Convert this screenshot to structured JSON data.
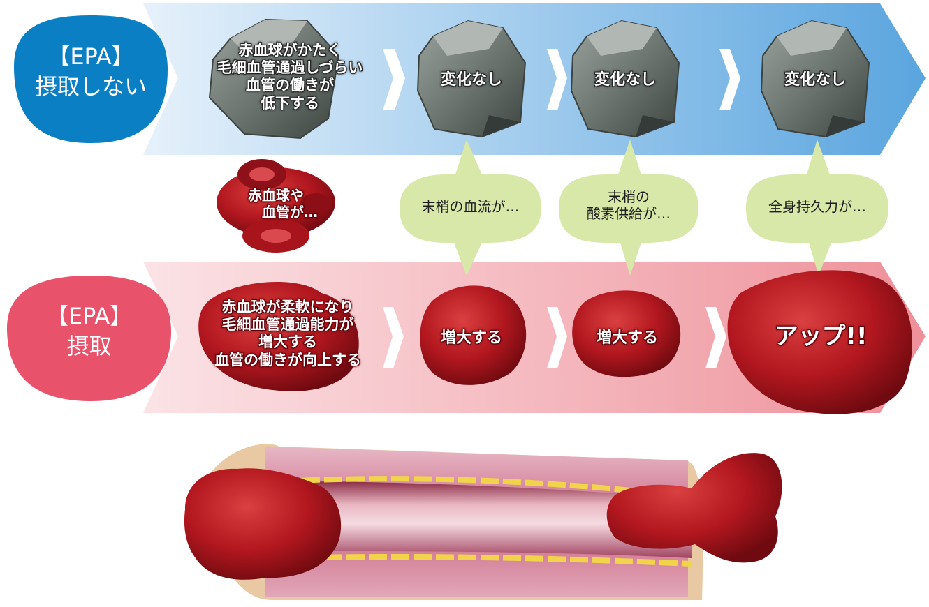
{
  "no_epa": {
    "badge_line1": "【EPA】",
    "badge_line2": "摂取しない",
    "intro_lines": [
      "赤血球がかたく",
      "毛細血管通過しづらい",
      "血管の働きが",
      "低下する"
    ],
    "stage_labels": [
      "変化なし",
      "変化なし",
      "変化なし"
    ],
    "color_badge": "#0a7fc4"
  },
  "center": {
    "cell_lines": [
      "赤血球や",
      "血管が…"
    ],
    "bubbles": [
      {
        "lines": [
          "末梢の血流が…"
        ]
      },
      {
        "lines": [
          "末梢の",
          "酸素供給が…"
        ]
      },
      {
        "lines": [
          "全身持久力が…"
        ]
      }
    ],
    "bubble_color": "#d8e8a8"
  },
  "with_epa": {
    "badge_line1": "【EPA】",
    "badge_line2": "摂取",
    "intro_lines": [
      "赤血球が柔軟になり",
      "毛細血管通過能力が",
      "増大する",
      "血管の働きが向上する"
    ],
    "stage_labels": [
      "増大する",
      "増大する",
      "アップ!!"
    ],
    "color_badge": "#e8536b"
  }
}
